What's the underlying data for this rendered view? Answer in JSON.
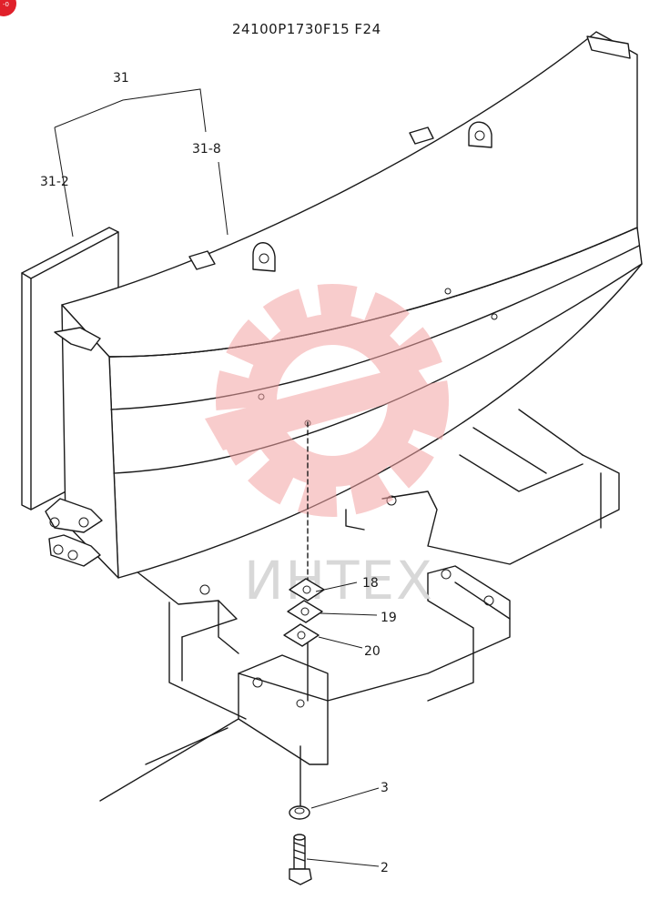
{
  "drawing": {
    "code": "24100P1730F15 F24",
    "watermark_text": "ИНТЕХ",
    "corner_badge_icon": "red-circle-badge-icon",
    "watermark_icon": "gear-wrench-watermark-icon",
    "colors": {
      "line": "#1a1a1a",
      "watermark_red": "#f4a3a3",
      "badge_red": "#e0202a"
    }
  },
  "callouts": {
    "c31": "31",
    "c31_2": "31-2",
    "c31_8": "31-8",
    "c18": "18",
    "c19": "19",
    "c20": "20",
    "c3": "3",
    "c2": "2"
  }
}
